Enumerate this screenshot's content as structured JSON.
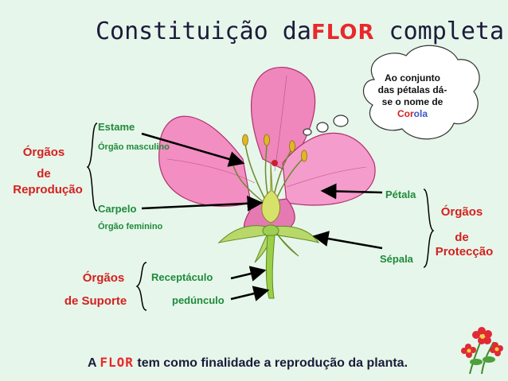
{
  "title": {
    "prefix": "Constituição da",
    "highlight": "FLOR",
    "suffix": "completa"
  },
  "bubble": {
    "line1": "Ao conjunto das pétalas dá-se o nome de ",
    "word_part1": "Cor",
    "word_part2": "ola"
  },
  "reproduction": {
    "group_line1": "Órgãos",
    "group_line2": "de",
    "group_line3": "Reprodução",
    "stamen": "Estame",
    "stamen_sub": "Órgão masculino",
    "carpel": "Carpelo",
    "carpel_sub": "Órgão feminino"
  },
  "protection": {
    "group_line1": "Órgãos",
    "group_line2": "de",
    "group_line3": "Protecção",
    "petal": "Pétala",
    "sepal": "Sépala"
  },
  "support": {
    "group_line1": "Órgãos",
    "group_line2": "de Suporte",
    "receptacle": "Receptáculo",
    "peduncle": "pedúnculo"
  },
  "footer": {
    "prefix": "A ",
    "highlight": "FLOR",
    "suffix": " tem como finalidade a reprodução da planta."
  },
  "colors": {
    "green": "#1f8a3b",
    "red": "#d5201f",
    "petal": "#f08fc0",
    "background": "#e6f6ea"
  }
}
